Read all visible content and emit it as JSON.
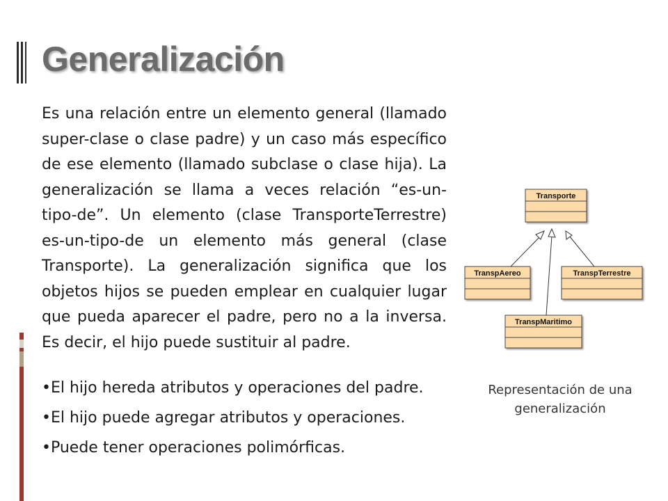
{
  "slide": {
    "title": "Generalización",
    "paragraph": "Es una relación entre un elemento general (llamado super-clase o clase padre) y un caso más específico de ese elemento (llamado subclase o clase hija). La generalización se llama a veces relación “es-un-tipo-de”. Un elemento (clase TransporteTerrestre) es-un-tipo-de un elemento más general (clase Transporte). La generalización significa que los objetos hijos se pueden emplear en cualquier lugar que pueda aparecer el padre, pero no a la inversa.  Es decir, el hijo puede sustituir al padre.",
    "bullets": [
      "•El hijo hereda atributos y operaciones del padre.",
      "•El hijo puede agregar atributos y operaciones.",
      "•Puede tener operaciones polimórficas."
    ]
  },
  "diagram": {
    "classes": [
      "Transporte",
      "TranspAereo",
      "TranspTerrestre",
      "TranspMaritimo"
    ],
    "box_fill": "#fddcaa",
    "caption": "Representación de una generalización"
  },
  "colors": {
    "title": "#6b6b6b",
    "accent_red": "#9b3a2e",
    "accent_tan": "#b3a185"
  }
}
